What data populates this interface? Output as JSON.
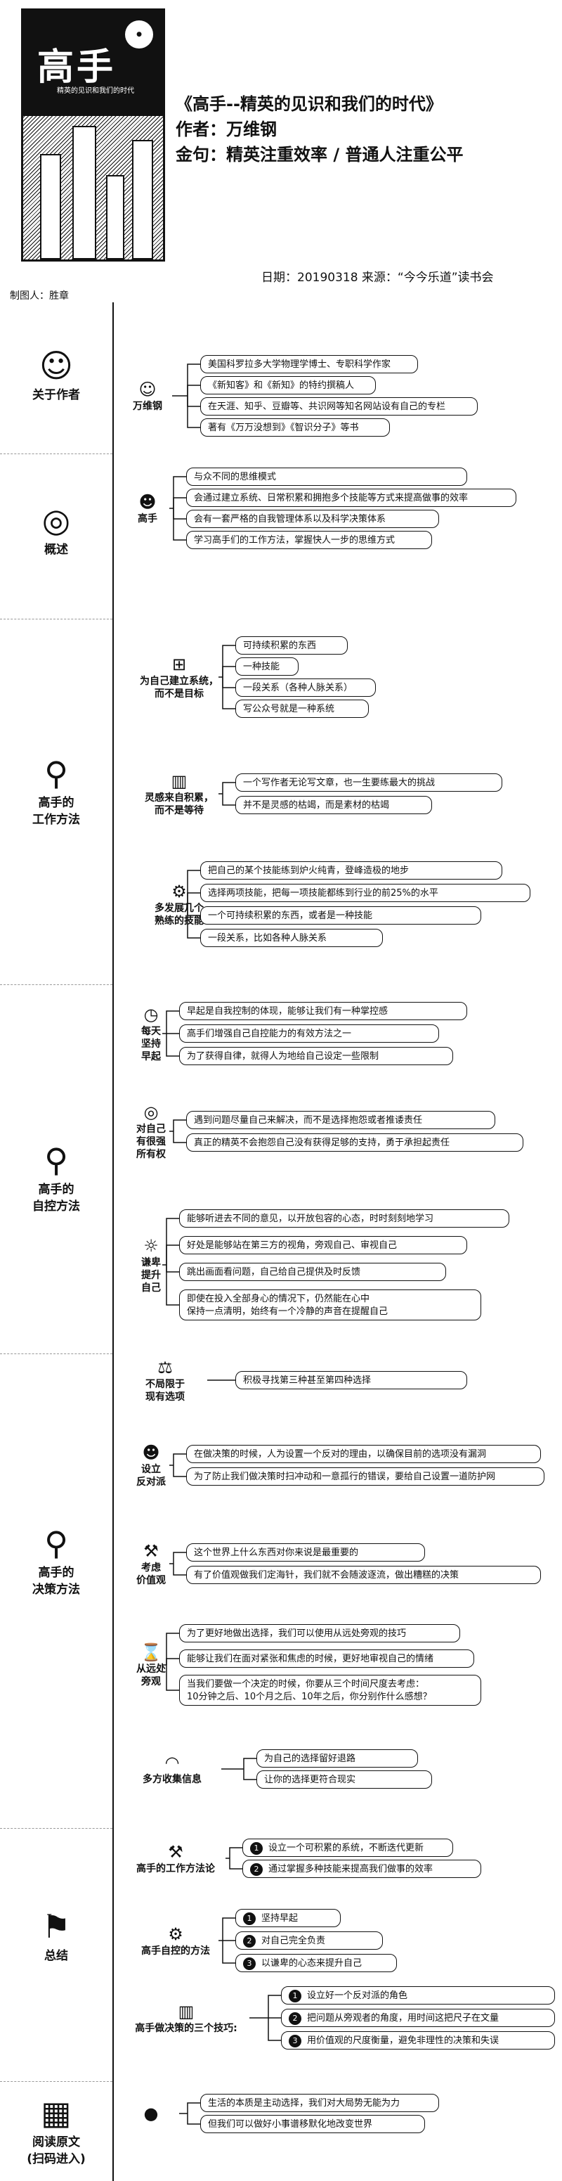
{
  "book": {
    "cover_title": "高手",
    "cover_subtitle": "精英的见识和我们的时代",
    "title_line": "《高手--精英的见识和我们的时代》",
    "author_line": "作者：万维钢",
    "quote_line": "金句：精英注重效率 / 普通人注重公平"
  },
  "meta": {
    "date_source": "日期：20190318  来源：“今今乐道”读书会",
    "maker": "制图人：胜章"
  },
  "sections": [
    {
      "label": "关于作者",
      "icon": "person-icon"
    },
    {
      "label": "概述",
      "icon": "target-icon"
    },
    {
      "label": "高手的\n工作方法",
      "icon": "magnifier-icon"
    },
    {
      "label": "高手的\n自控方法",
      "icon": "magnifier-icon"
    },
    {
      "label": "高手的\n决策方法",
      "icon": "magnifier-icon"
    },
    {
      "label": "总结",
      "icon": "flag-icon"
    },
    {
      "label": "阅读原文\n(扫码进入)",
      "icon": "qr-icon"
    }
  ],
  "author": {
    "node": "万维钢",
    "items": [
      "美国科罗拉多大学物理学博士、专职科学作家",
      "《新知客》和《新知》的特约撰稿人",
      "在天涯、知乎、豆瓣等、共识网等知名网站设有自己的专栏",
      "著有《万万没想到》《智识分子》等书"
    ]
  },
  "overview": {
    "node": "高手",
    "items": [
      "与众不同的思维模式",
      "会通过建立系统、日常积累和拥抱多个技能等方式来提高做事的效率",
      "会有一套严格的自我管理体系以及科学决策体系",
      "学习高手们的工作方法，掌握快人一步的思维方式"
    ]
  },
  "work": {
    "groups": [
      {
        "node": "为自己建立系统，\n而不是目标",
        "items": [
          "可持续积累的东西",
          "一种技能",
          "一段关系（各种人脉关系）",
          "写公众号就是一种系统"
        ]
      },
      {
        "node": "灵感来自积累，\n而不是等待",
        "items": [
          "一个写作者无论写文章，也一生要练最大的挑战",
          "并不是灵感的枯竭，而是素材的枯竭"
        ]
      },
      {
        "node": "多发展几个\n熟练的技能",
        "items": [
          "把自己的某个技能练到炉火纯青，登峰造极的地步",
          "选择两项技能，把每一项技能都练到行业的前25%的水平",
          "一个可持续积累的东西，或者是一种技能",
          "一段关系，比如各种人脉关系"
        ]
      }
    ]
  },
  "self_control": {
    "groups": [
      {
        "node": "每天\n坚持\n早起",
        "items": [
          "早起是自我控制的体现，能够让我们有一种掌控感",
          "高手们增强自己自控能力的有效方法之一",
          "为了获得自律，就得人为地给自己设定一些限制"
        ]
      },
      {
        "node": "对自己\n有很强\n所有权",
        "items": [
          "遇到问题尽量自己来解决，而不是选择抱怨或者推诿责任",
          "真正的精英不会抱怨自己没有获得足够的支持，勇于承担起责任"
        ]
      },
      {
        "node": "谦卑\n提升\n自己",
        "items": [
          "能够听进去不同的意见，以开放包容的心态，时时刻刻地学习",
          "好处是能够站在第三方的视角，旁观自己、审视自己",
          "跳出画面看问题，自己给自己提供及时反馈",
          "即使在投入全部身心的情况下，仍然能在心中\n保持一点清明，始终有一个冷静的声音在提醒自己"
        ]
      }
    ]
  },
  "decision": {
    "groups": [
      {
        "node": "不局限于\n现有选项",
        "items": [
          "积极寻找第三种甚至第四种选择"
        ]
      },
      {
        "node": "设立\n反对派",
        "items": [
          "在做决策的时候，人为设置一个反对的理由，以确保目前的选项没有漏洞",
          "为了防止我们做决策时扫冲动和一意孤行的错误，要给自己设置一道防护网"
        ]
      },
      {
        "node": "考虑\n价值观",
        "items": [
          "这个世界上什么东西对你来说是最重要的",
          "有了价值观做我们定海针，我们就不会随波逐流，做出糟糕的决策"
        ]
      },
      {
        "node": "从远处\n旁观",
        "items": [
          "为了更好地做出选择，我们可以使用从远处旁观的技巧",
          "能够让我们在面对紧张和焦虑的时候，更好地审视自己的情绪",
          "当我们要做一个决定的时候，你要从三个时间尺度去考虑：\n10分钟之后、10个月之后、10年之后，你分别作什么感想？"
        ]
      },
      {
        "node": "多方收集信息",
        "items": [
          "为自己的选择留好退路",
          "让你的选择更符合现实"
        ]
      }
    ]
  },
  "summary": {
    "groups": [
      {
        "node": "高手的工作方法论",
        "items": [
          "设立一个可积累的系统，不断迭代更新",
          "通过掌握多种技能来提高我们做事的效率"
        ]
      },
      {
        "node": "高手自控的方法",
        "items": [
          "坚持早起",
          "对自己完全负责",
          "以谦卑的心态来提升自己"
        ]
      },
      {
        "node": "高手做决策的三个技巧:",
        "items": [
          "设立好一个反对派的角色",
          "把问题从旁观者的角度，用时间这把尺子在文量",
          "用价值观的尺度衡量，避免非理性的决策和失误"
        ]
      }
    ]
  },
  "read": {
    "items": [
      "生活的本质是主动选择，我们对大局势无能为力",
      "但我们可以做好小事谱移默化地改变世界"
    ]
  }
}
